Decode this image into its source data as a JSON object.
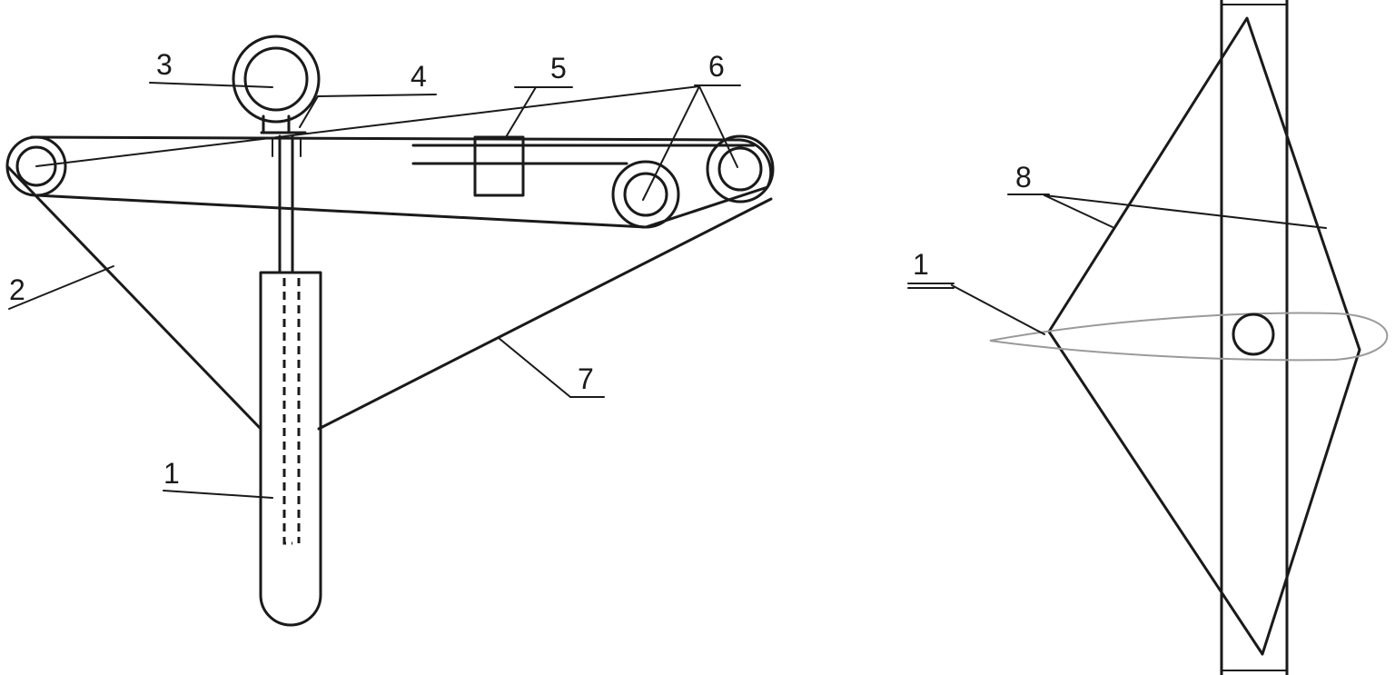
{
  "callouts": {
    "c1_left": "1",
    "c2": "2",
    "c3": "3",
    "c4": "4",
    "c5": "5",
    "c6": "6",
    "c7": "7",
    "c8": "8",
    "c1_right": "1"
  }
}
